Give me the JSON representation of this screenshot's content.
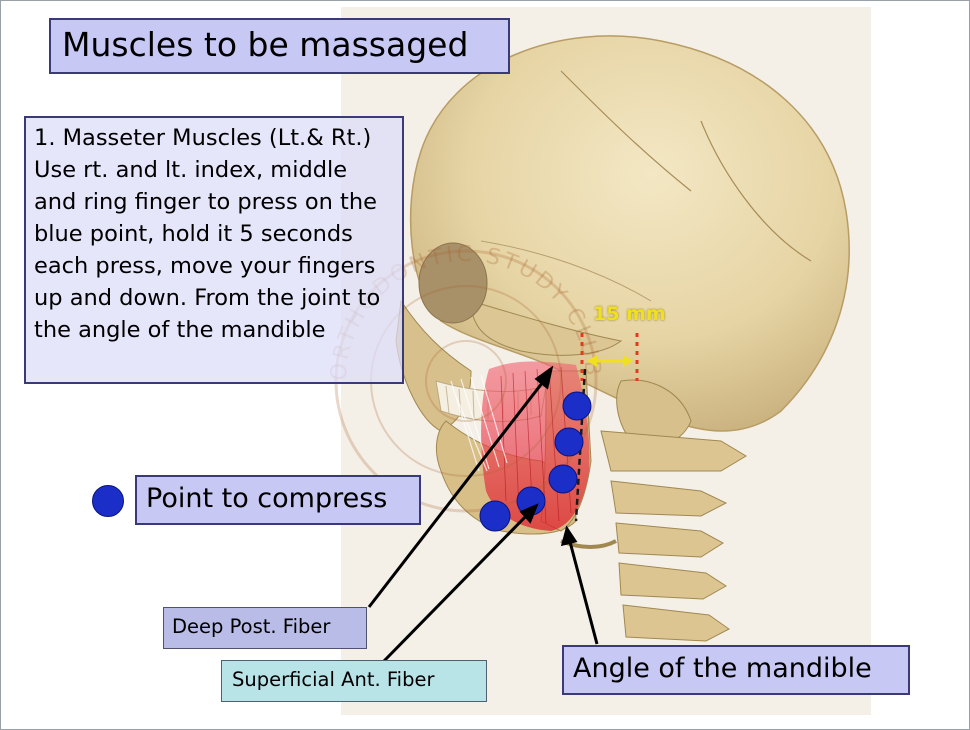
{
  "title": "Muscles to be massaged",
  "instruction": "1. Masseter Muscles (Lt.& Rt.) Use rt. and lt. index, middle and ring finger to press on the blue point, hold it 5 seconds each press, move your fingers up and down. From the joint to the angle of the mandible",
  "legend": {
    "label": "Point to compress",
    "color": "#1c2ec8"
  },
  "measurement_label": "15 mm",
  "labels": {
    "deep_posterior": "Deep Post. Fiber",
    "superficial_anterior": "Superficial Ant. Fiber",
    "angle": "Angle of the mandible"
  },
  "watermark": "ORTHODONTIC STUDY CLUB",
  "colors": {
    "box_fill": "#c8c8f4",
    "box_border": "#3a3a78",
    "muscle": "#e02838",
    "measure": "#f0e020"
  }
}
